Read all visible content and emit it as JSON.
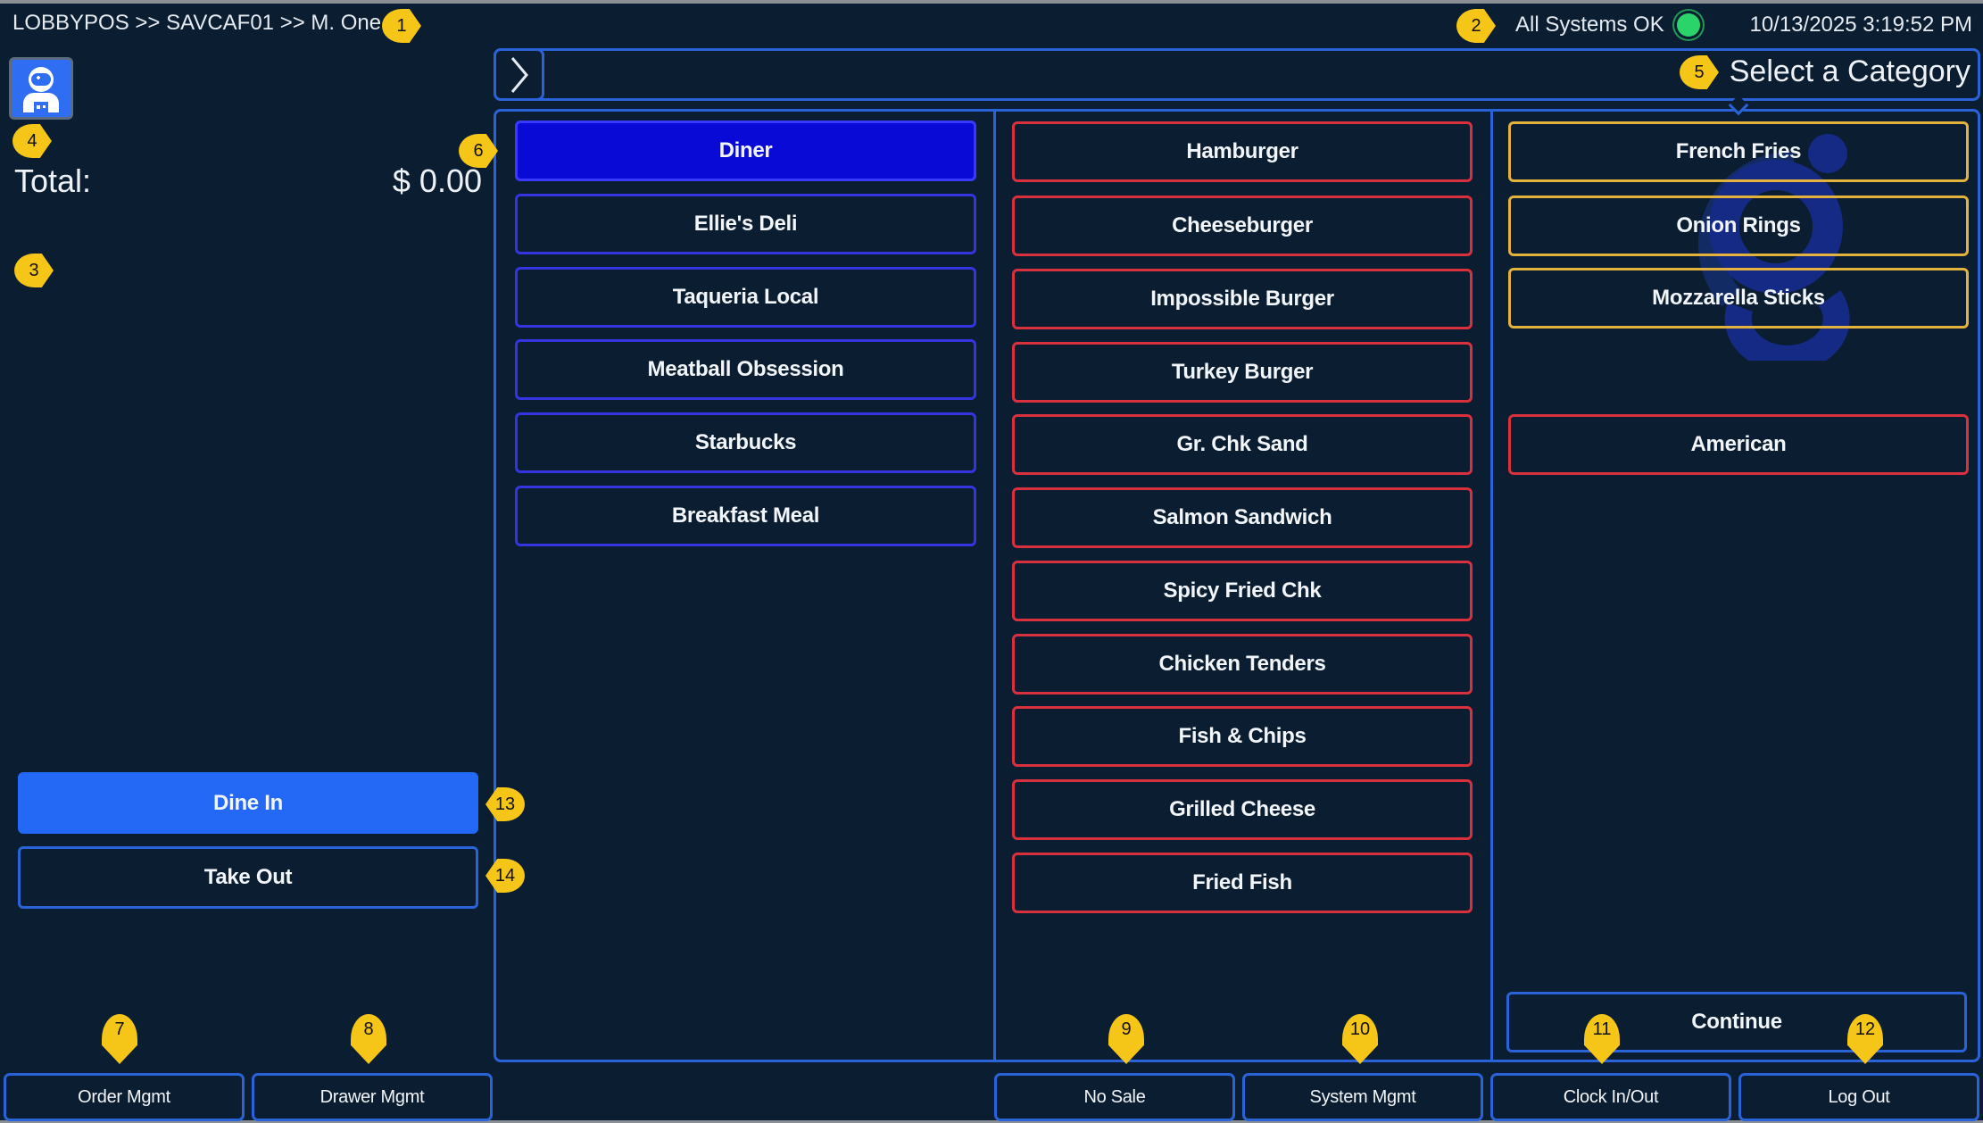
{
  "header": {
    "breadcrumb": "LOBBYPOS >> SAVCAF01 >> M. One",
    "status_text": "All Systems OK",
    "status_color": "#2bd46a",
    "datetime": "10/13/2025 3:19:52 PM"
  },
  "user": {
    "avatar_icon": "astronaut-icon"
  },
  "order": {
    "total_label": "Total:",
    "total_value": "$ 0.00"
  },
  "nav": {
    "back_icon": "chevron-right-icon",
    "title": "Select a Category"
  },
  "categories": [
    {
      "label": "Diner",
      "active": true
    },
    {
      "label": "Ellie's Deli"
    },
    {
      "label": "Taqueria Local"
    },
    {
      "label": "Meatball Obsession"
    },
    {
      "label": "Starbucks"
    },
    {
      "label": "Breakfast Meal"
    }
  ],
  "items": [
    {
      "label": "Hamburger"
    },
    {
      "label": "Cheeseburger"
    },
    {
      "label": "Impossible Burger"
    },
    {
      "label": "Turkey Burger"
    },
    {
      "label": "Gr. Chk Sand"
    },
    {
      "label": "Salmon Sandwich"
    },
    {
      "label": "Spicy Fried Chk"
    },
    {
      "label": "Chicken Tenders"
    },
    {
      "label": "Fish & Chips"
    },
    {
      "label": "Grilled Cheese"
    },
    {
      "label": "Fried Fish"
    }
  ],
  "sides": [
    {
      "label": "French Fries"
    },
    {
      "label": "Onion Rings"
    },
    {
      "label": "Mozzarella Sticks"
    }
  ],
  "cuisine_tag": {
    "label": "American"
  },
  "continue_label": "Continue",
  "order_type": {
    "dine_in": "Dine In",
    "take_out": "Take Out"
  },
  "footer": {
    "order_mgmt": "Order Mgmt",
    "drawer_mgmt": "Drawer Mgmt",
    "no_sale": "No Sale",
    "system_mgmt": "System Mgmt",
    "clock_in_out": "Clock In/Out",
    "log_out": "Log Out"
  },
  "markers": [
    "1",
    "2",
    "3",
    "4",
    "5",
    "6",
    "7",
    "8",
    "9",
    "10",
    "11",
    "12",
    "13",
    "14"
  ],
  "colors": {
    "background": "#0b1d30",
    "panel_border": "#2a63d8",
    "category_active": "#0a0ad6",
    "category_border": "#3434e0",
    "item_border": "#d9303e",
    "side_border": "#e3b23c",
    "dine_in": "#2369f5"
  }
}
